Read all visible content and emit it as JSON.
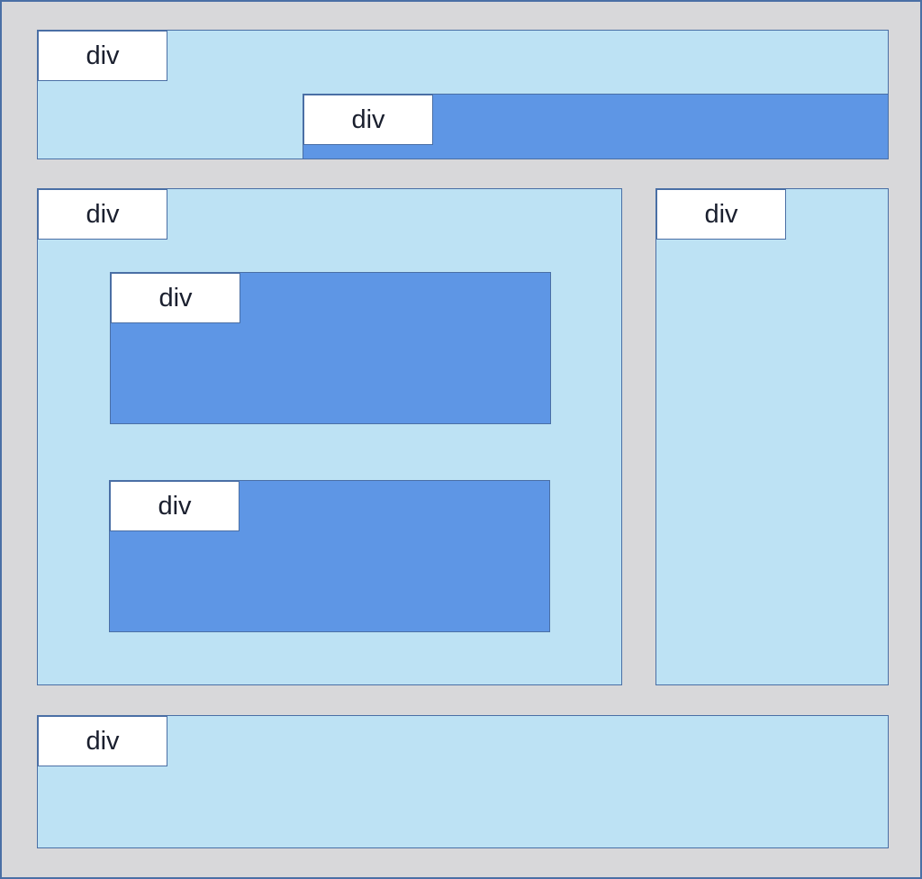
{
  "colors": {
    "background": "#d8d8da",
    "border": "#4a6fa5",
    "light_box": "#bde2f4",
    "dark_box": "#5e96e5",
    "label_box": "#ffffff",
    "label_text": "#1a1f2e"
  },
  "labels": {
    "header": "div",
    "header_nav": "div",
    "main": "div",
    "main_block_1": "div",
    "main_block_2": "div",
    "sidebar": "div",
    "footer": "div"
  }
}
